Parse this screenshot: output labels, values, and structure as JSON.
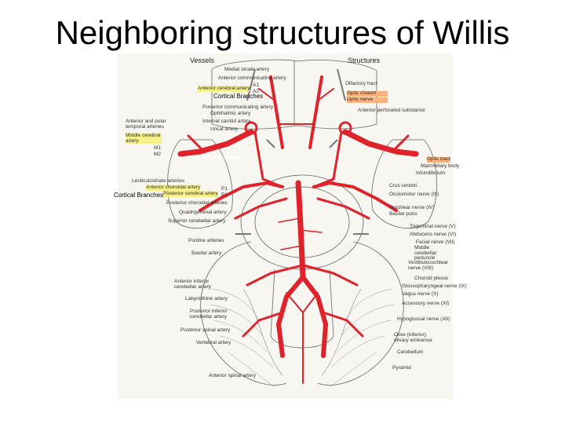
{
  "title": "Neighboring structures of Willis",
  "headers": {
    "vessels": "Vessels",
    "structures": "Structures"
  },
  "overlays": {
    "cortical_1": "Cortical Branches",
    "cortical_2": "Cortical Branches",
    "cortical_3": "Cortical Branches"
  },
  "vessel_labels": [
    "Medial striate artery",
    "Anterior communicating artery",
    "Anterior cerebral artery",
    "A1",
    "A2",
    "Posterior communicating artery",
    "Ophthalmic artery",
    "Internal carotid artery",
    "Uncal artery",
    "Anterior and polar temporal arteries",
    "Middle cerebral artery",
    "M1",
    "M2",
    "Lenticulostriate arteries",
    "Anterior choroidal artery",
    "Posterior cerebral artery",
    "P1",
    "P2",
    "Posterior choroidal arteries",
    "Quadrigeminal artery",
    "Superior cerebellar artery",
    "Pontine arteries",
    "Basilar artery",
    "Anterior inferior cerebellar artery",
    "Labyrinthine artery",
    "Posterior inferior cerebellar artery",
    "Posterior spinal artery",
    "Vertebral artery",
    "Anterior spinal artery"
  ],
  "structure_labels": [
    "Olfactory tract",
    "Optic chiasm",
    "Optic nerve",
    "Anterior perforated substance",
    "Optic tract",
    "Mammillary body",
    "Infundibulum",
    "Crus cerebri",
    "Oculomotor nerve (III)",
    "Trochlear nerve (IV)",
    "Basilar pons",
    "Trigeminal nerve (V)",
    "Abducens nerve (VI)",
    "Facial nerve (VII)",
    "Middle cerebellar peduncle",
    "Vestibulocochlear nerve (VIII)",
    "Choroid plexus",
    "Glossopharyngeal nerve (IX)",
    "Vagus nerve (X)",
    "Accessory nerve (XI)",
    "Hypoglossal nerve (XII)",
    "Olive (inferior); olivary eminence",
    "Cerebellum",
    "Pyramid"
  ],
  "colors": {
    "artery": "#e0232a",
    "highlight_yellow": "#f6f08a",
    "highlight_orange": "#f7b27e",
    "outline": "#555555"
  }
}
